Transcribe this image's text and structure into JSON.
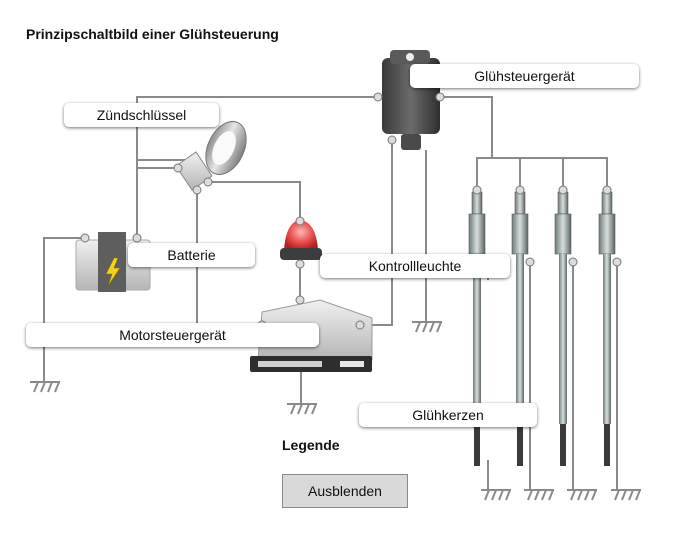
{
  "title": "Prinzipschaltbild einer Glühsteuerung",
  "labels": {
    "gluehsteuergeraet": "Glühsteuergerät",
    "zuendschluessel": "Zündschlüssel",
    "batterie": "Batterie",
    "kontrollleuchte": "Kontrollleuchte",
    "motorsteuergeraet": "Motorsteuergerät",
    "gluehkerzen": "Glühkerzen"
  },
  "legend": {
    "title": "Legende",
    "toggle_label": "Ausblenden"
  },
  "colors": {
    "wire": "#8a8a8a",
    "warning_lamp": "#e84a4a",
    "battery_bolt": "#f2d21e"
  },
  "icons": [
    "ground-symbol",
    "connector-node",
    "lightning-bolt-icon"
  ]
}
